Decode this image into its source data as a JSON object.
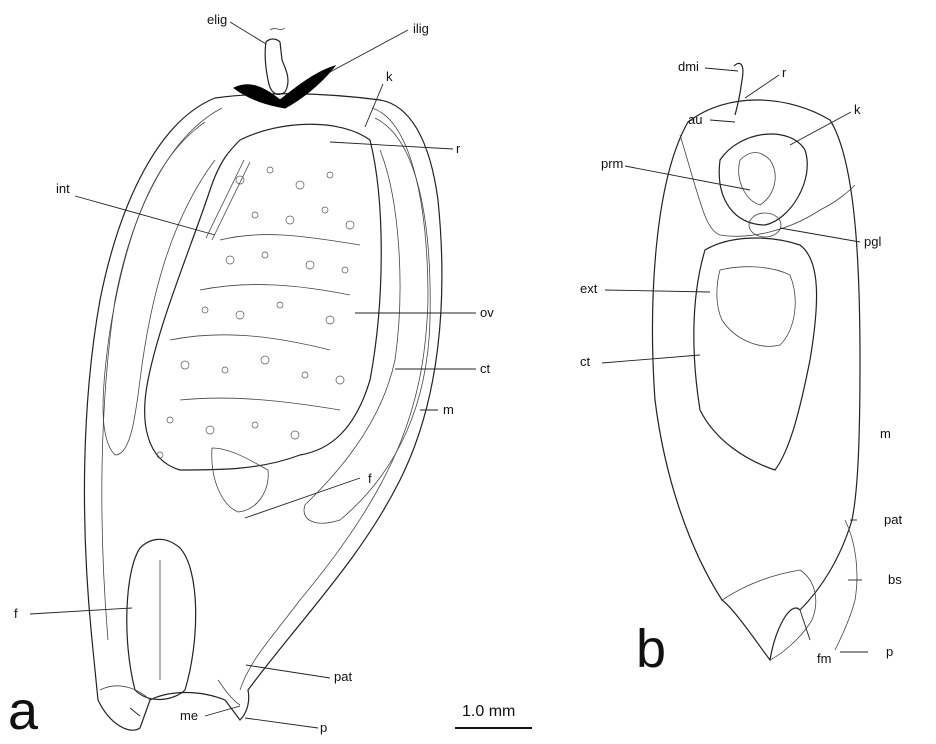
{
  "panels": {
    "a": "a",
    "b": "b"
  },
  "scale_bar": {
    "label": "1.0 mm"
  },
  "labels_a": {
    "elig": "elig",
    "ilig": "ilig",
    "k": "k",
    "r": "r",
    "int": "int",
    "ov": "ov",
    "ct": "ct",
    "m": "m",
    "f_right": "f",
    "f_left": "f",
    "pat": "pat",
    "me": "me",
    "p": "p"
  },
  "labels_b": {
    "dmi": "dmi",
    "r": "r",
    "au": "au",
    "k": "k",
    "prm": "prm",
    "pgl": "pgl",
    "ext": "ext",
    "ct": "ct",
    "m": "m",
    "pat": "pat",
    "bs": "bs",
    "p": "p",
    "fm": "fm"
  },
  "colors": {
    "ink": "#111111",
    "ligament": "#000000",
    "background": "#ffffff"
  }
}
